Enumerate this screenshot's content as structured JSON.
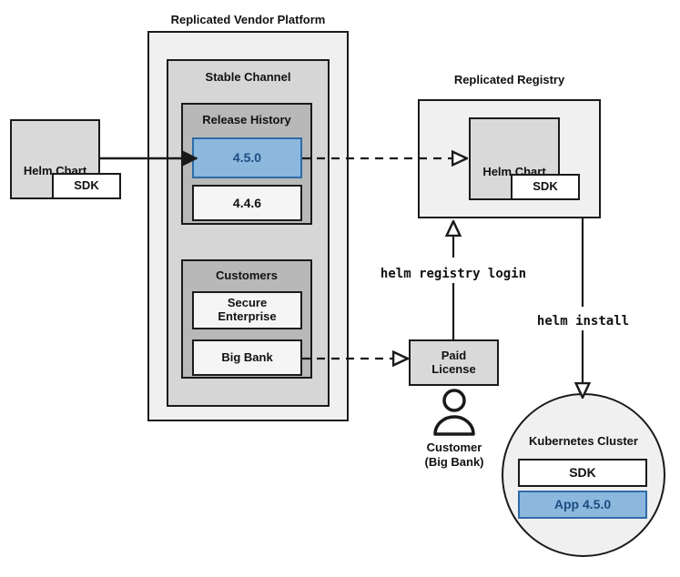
{
  "diagram": {
    "title_platform": "Replicated Vendor Platform",
    "title_registry": "Replicated Registry",
    "colors": {
      "blue_fill": "#8CB8DE",
      "blue_border": "#2E6BA8",
      "blue_text": "#1A4D80",
      "outer_gray": "#F0F0F0",
      "mid_gray": "#D6D6D6",
      "dark_gray": "#B8B8B8",
      "box_gray": "#D9D9D9",
      "white_box": "#F5F5F5",
      "stroke": "#1A1A1A"
    }
  },
  "source_chart": {
    "title": "Helm Chart",
    "sdk_label": "SDK"
  },
  "platform": {
    "label": "Replicated Vendor Platform",
    "channel": {
      "label": "Stable Channel",
      "release_history": {
        "label": "Release History",
        "releases": [
          {
            "version": "4.5.0",
            "highlighted": true
          },
          {
            "version": "4.4.6",
            "highlighted": false
          }
        ]
      },
      "customers": {
        "label": "Customers",
        "entries": [
          {
            "name": "Secure\nEnterprise"
          },
          {
            "name": "Big Bank"
          }
        ]
      }
    }
  },
  "registry": {
    "label": "Replicated Registry",
    "chart": {
      "title": "Helm Chart",
      "sdk_label": "SDK"
    }
  },
  "license": {
    "label": "Paid\nLicense"
  },
  "customer": {
    "label": "Customer\n(Big Bank)"
  },
  "cluster": {
    "label": "Kubernetes Cluster",
    "components": [
      {
        "name": "SDK",
        "highlighted": false
      },
      {
        "name": "App 4.5.0",
        "highlighted": true
      }
    ]
  },
  "commands": {
    "registry_login": "helm registry login",
    "install": "helm install"
  }
}
